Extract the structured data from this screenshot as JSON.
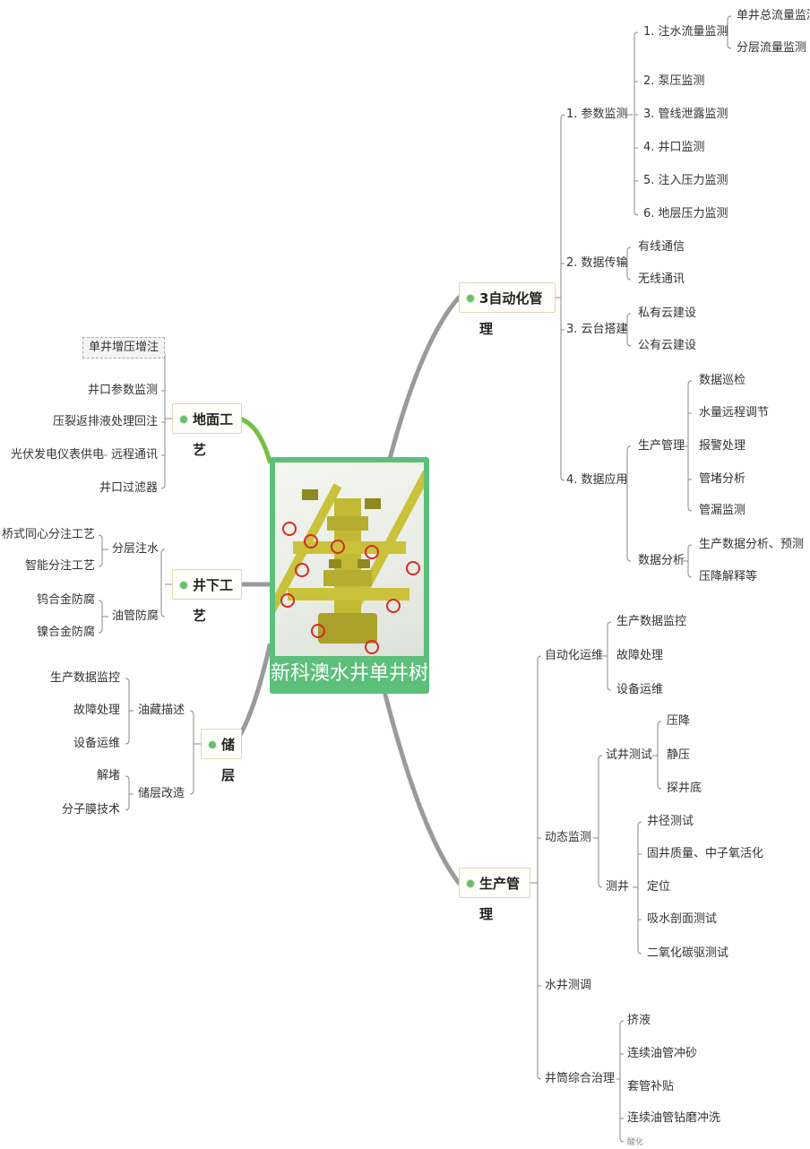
{
  "center": {
    "title": "新科澳水井单井树"
  },
  "colors": {
    "center_bg": "#5cbf7a",
    "branch": "#9a9a9a",
    "green_branch": "#76c043",
    "connector": "#8a8a8a"
  },
  "branches": {
    "surface": {
      "title": "地面工艺",
      "items": [
        "单井增压增注",
        "井口参数监测",
        "压裂返排液处理回注",
        "远程通讯",
        "井口过滤器"
      ],
      "remote_sub": "光伏发电仪表供电"
    },
    "downhole": {
      "title": "井下工艺",
      "groups": [
        {
          "label": "分层注水",
          "children": [
            "桥式同心分注工艺",
            "智能分注工艺"
          ]
        },
        {
          "label": "油管防腐",
          "children": [
            "钨合金防腐",
            "镍合金防腐"
          ]
        }
      ]
    },
    "reservoir": {
      "title": "储层",
      "groups": [
        {
          "label": "油藏描述",
          "children": [
            "生产数据监控",
            "故障处理",
            "设备运维"
          ]
        },
        {
          "label": "储层改造",
          "children": [
            "解堵",
            "分子膜技术"
          ]
        }
      ]
    },
    "automation": {
      "title": "3自动化管理",
      "param": {
        "label": "1. 参数监测",
        "items": [
          "1. 注水流量监测",
          "2. 泵压监测",
          "3. 管线泄露监测",
          "4. 井口监测",
          "5. 注入压力监测",
          "6. 地层压力监测"
        ],
        "flow_children": [
          "单井总流量监测",
          "分层流量监测"
        ]
      },
      "transfer": {
        "label": "2. 数据传输",
        "children": [
          "有线通信",
          "无线通讯"
        ]
      },
      "cloud": {
        "label": "3. 云台搭建",
        "children": [
          "私有云建设",
          "公有云建设"
        ]
      },
      "app": {
        "label": "4. 数据应用",
        "prod": {
          "label": "生产管理",
          "children": [
            "数据巡检",
            "水量远程调节",
            "报警处理",
            "管堵分析",
            "管漏监测"
          ]
        },
        "analysis": {
          "label": "数据分析",
          "children": [
            "生产数据分析、预测",
            "压降解释等"
          ]
        }
      }
    },
    "production": {
      "title": "生产管理",
      "autoops": {
        "label": "自动化运维",
        "children": [
          "生产数据监控",
          "故障处理",
          "设备运维"
        ]
      },
      "dynamic": {
        "label": "动态监测",
        "test": {
          "label": "试井测试",
          "children": [
            "压降",
            "静压",
            "探井底"
          ]
        },
        "log": {
          "label": "测井",
          "children": [
            "井径测试",
            "固井质量、中子氧活化",
            "定位",
            "吸水剖面测试",
            "二氧化碳驱测试"
          ]
        }
      },
      "adjust": {
        "label": "水井测调"
      },
      "wellbore": {
        "label": "井筒综合治理",
        "children": [
          "挤液",
          "连续油管冲砂",
          "套管补贴",
          "连续油管钻磨冲洗",
          "酸化"
        ]
      }
    }
  }
}
